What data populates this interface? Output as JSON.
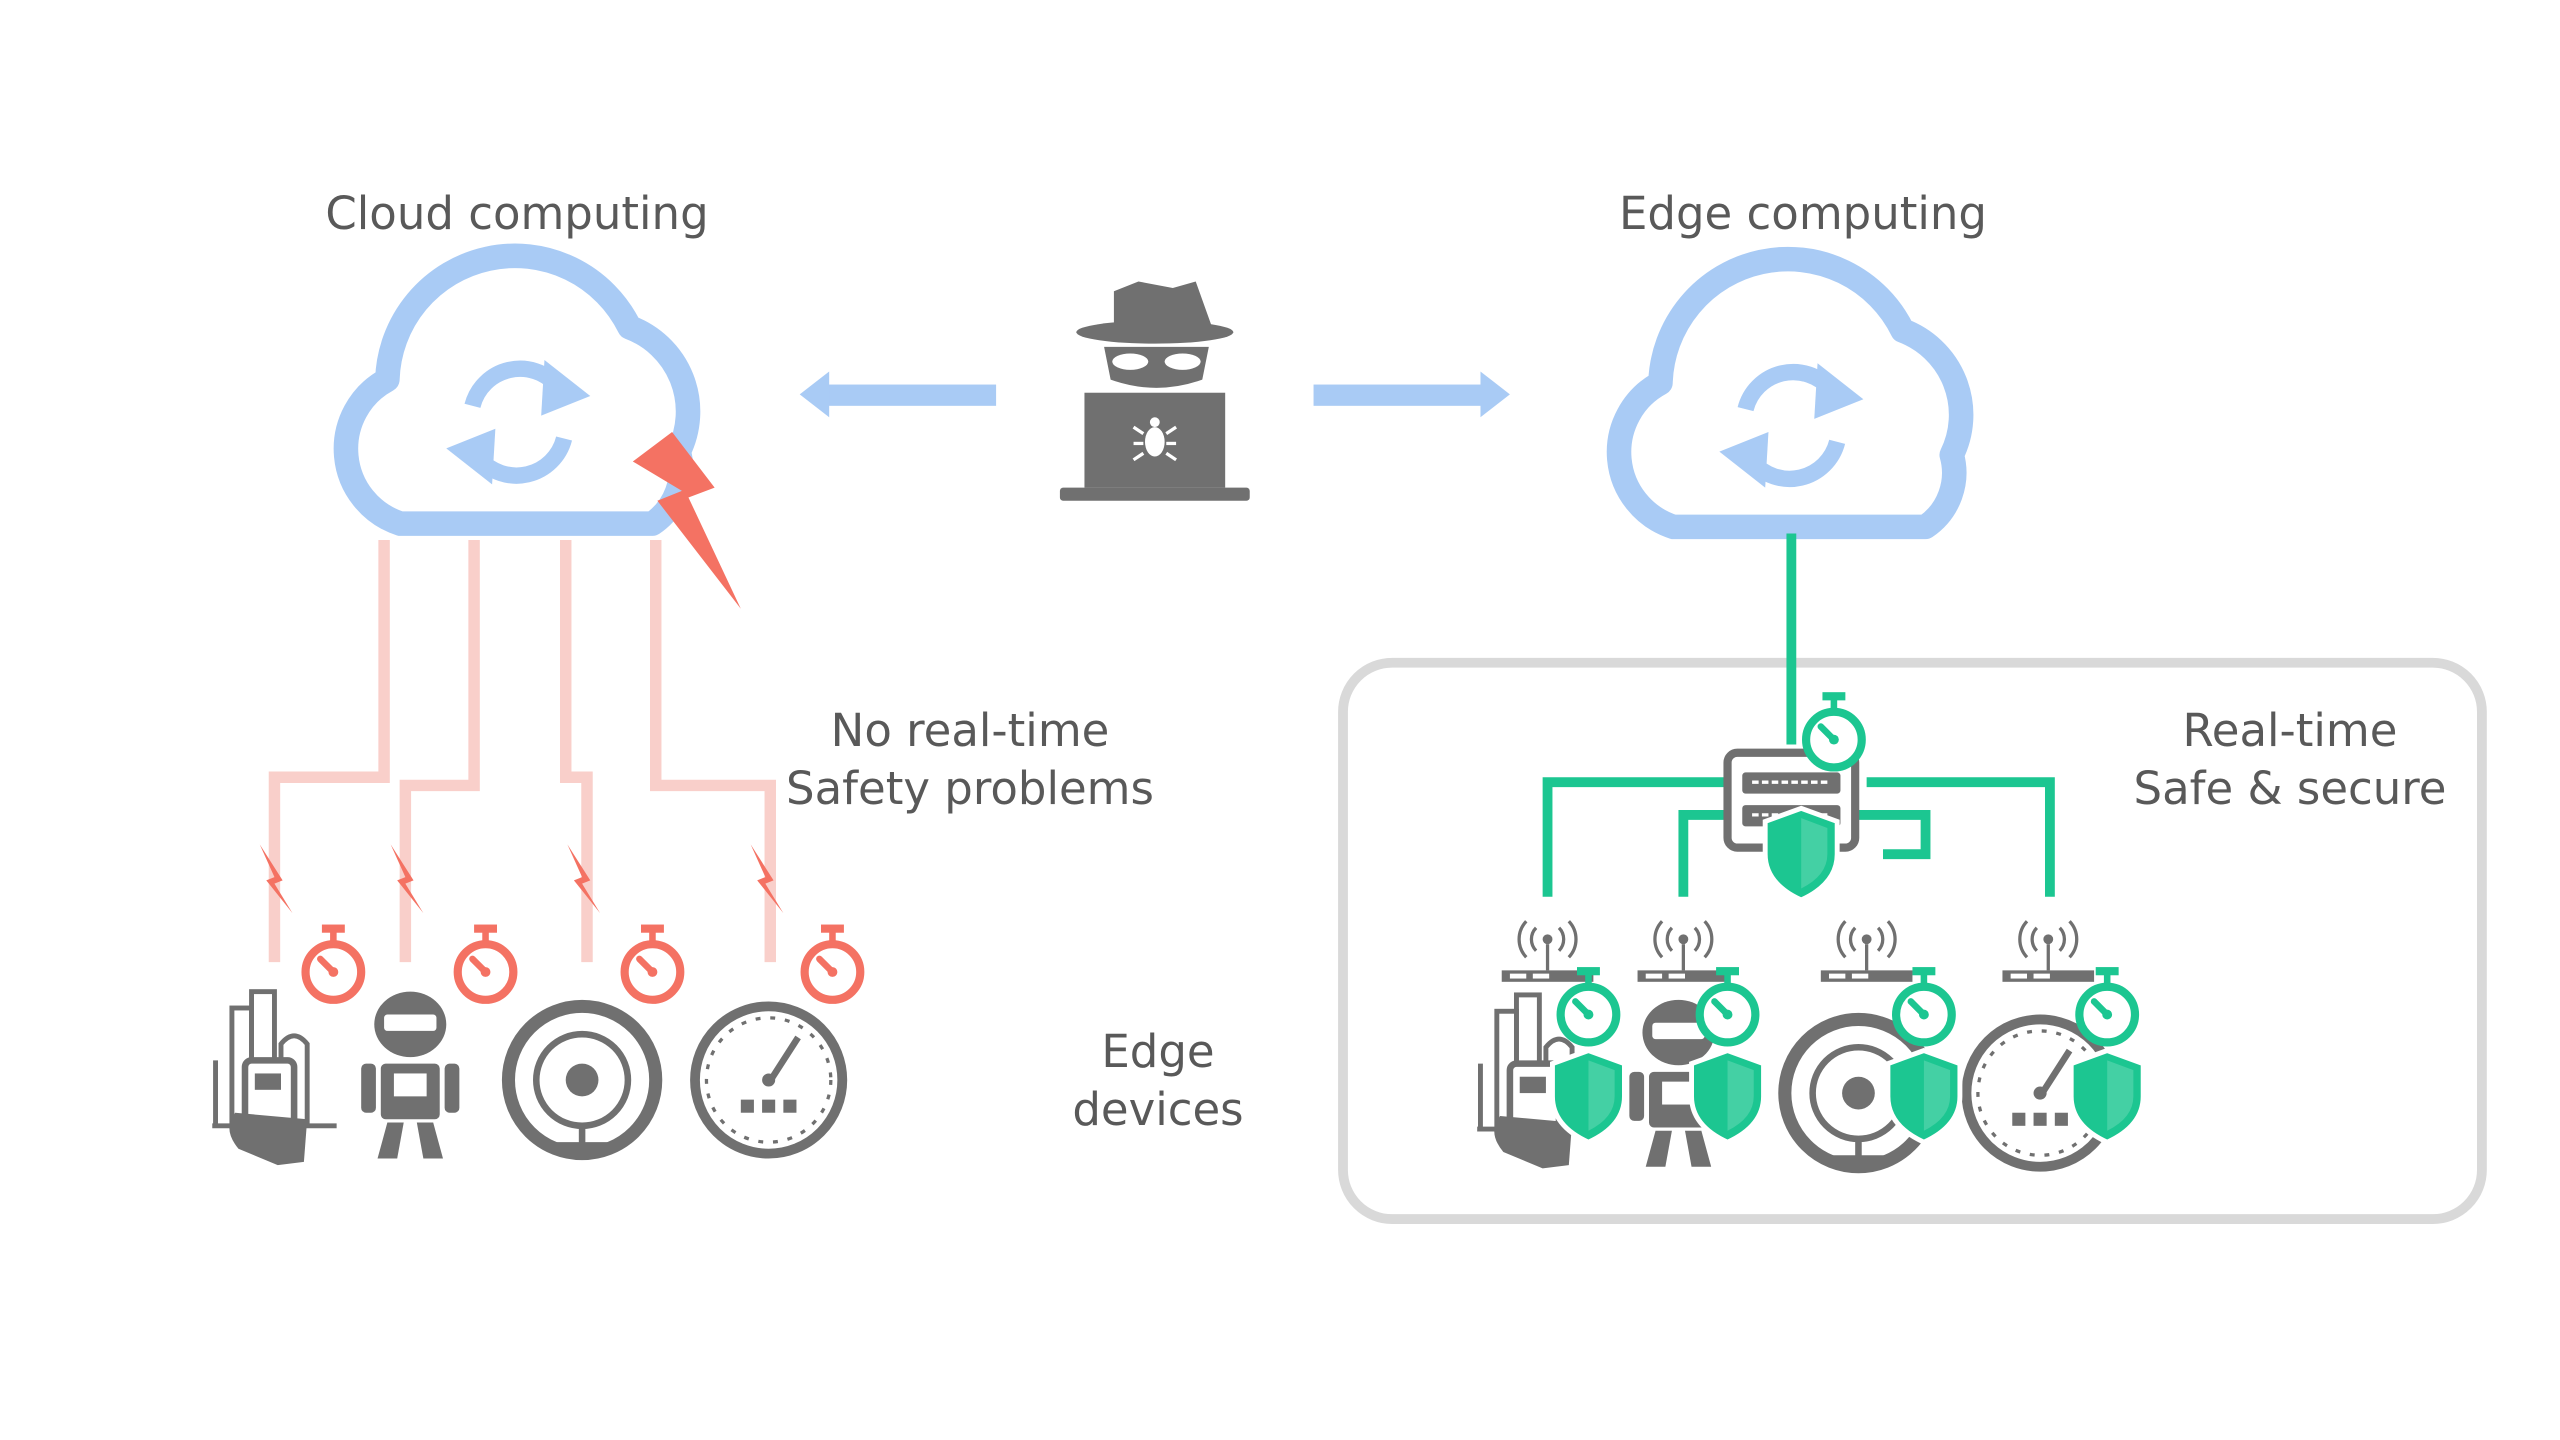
{
  "left": {
    "title": "Cloud computing",
    "issue_line1": "No real-time",
    "issue_line2": "Safety problems"
  },
  "right": {
    "title": "Edge computing",
    "benefit_line1": "Real-time",
    "benefit_line2": "Safe & secure"
  },
  "center": {
    "devices_line1": "Edge",
    "devices_line2": "devices"
  },
  "colors": {
    "cloud": "#a9cbf5",
    "danger": "#f47263",
    "danger_line": "#f9cfca",
    "secure": "#1cc691",
    "icon": "#707070",
    "frame": "#d9d9d9"
  },
  "icons": [
    "cloud-sync-icon",
    "hacker-icon",
    "bug-icon",
    "lightning-icon",
    "stopwatch-icon",
    "smart-city-phone-icon",
    "robot-icon",
    "webcam-icon",
    "gauge-icon",
    "router-icon",
    "server-icon",
    "shield-icon"
  ]
}
